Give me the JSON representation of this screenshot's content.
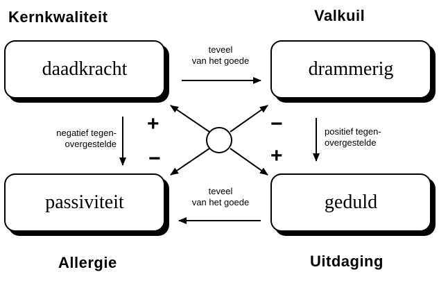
{
  "titles": {
    "top_left": "Kernkwaliteit",
    "top_right": "Valkuil",
    "bottom_left": "Allergie",
    "bottom_right": "Uitdaging"
  },
  "boxes": {
    "top_left": "daadkracht",
    "top_right": "drammerig",
    "bottom_left": "passiviteit",
    "bottom_right": "geduld"
  },
  "edges": {
    "top": {
      "line1": "teveel",
      "line2": "van het goede"
    },
    "bottom": {
      "line1": "teveel",
      "line2": "van het goede"
    },
    "left": {
      "line1": "negatief tegen-",
      "line2": "overgestelde"
    },
    "right": {
      "line1": "positief tegen-",
      "line2": "overgestelde"
    }
  },
  "signs": {
    "top_left": "+",
    "bottom_left": "−",
    "top_right": "−",
    "bottom_right": "+"
  }
}
